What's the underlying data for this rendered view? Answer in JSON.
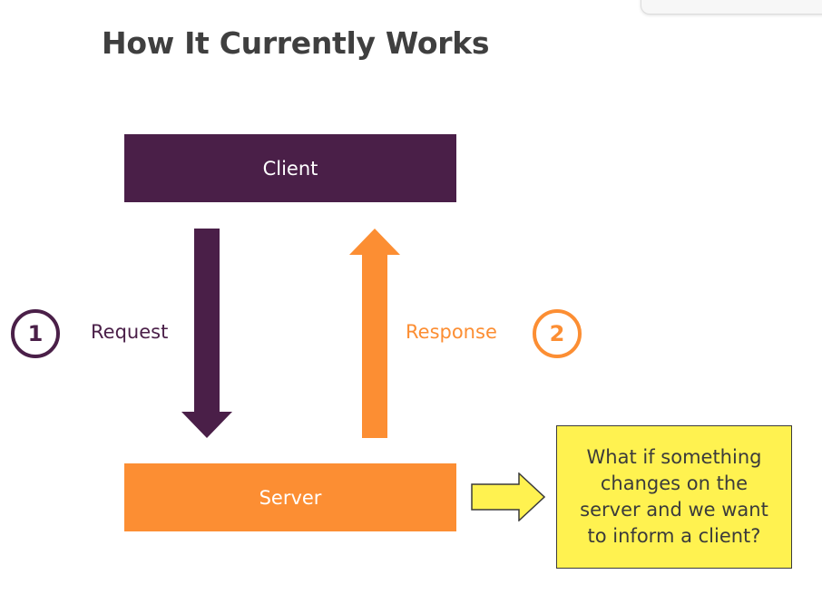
{
  "title": "How It Currently Works",
  "client": {
    "label": "Client"
  },
  "server": {
    "label": "Server"
  },
  "request": {
    "step": "1",
    "label": "Request"
  },
  "response": {
    "step": "2",
    "label": "Response"
  },
  "note": {
    "text": "What if something changes on the server and we want to inform a client?"
  },
  "colors": {
    "purple": "#4a1f48",
    "orange": "#fc8e33",
    "yellow": "#fff250"
  }
}
